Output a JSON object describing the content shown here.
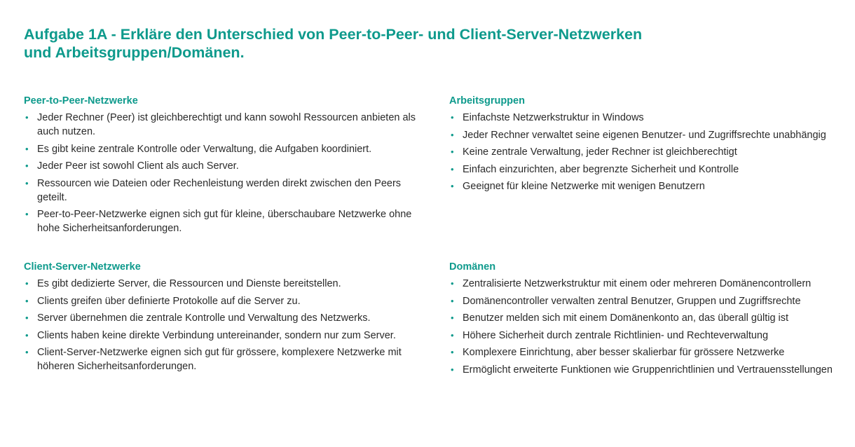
{
  "title": {
    "line1": "Aufgabe 1A - Erkläre den Unterschied von Peer-to-Peer- und Client-Server-Netzwerken",
    "line2": "und Arbeitsgruppen/Domänen."
  },
  "colors": {
    "accent": "#0e9a8c",
    "text": "#2a2a2a"
  },
  "bullet_glyph": "•",
  "sections": [
    {
      "heading": "Peer-to-Peer-Netzwerke",
      "items": [
        "Jeder Rechner (Peer) ist gleichberechtigt und kann sowohl Ressourcen anbieten als auch nutzen.",
        "Es gibt keine zentrale Kontrolle oder Verwaltung, die Aufgaben koordiniert.",
        "Jeder Peer ist sowohl Client als auch Server.",
        "Ressourcen wie Dateien oder Rechenleistung werden direkt zwischen den Peers geteilt.",
        "Peer-to-Peer-Netzwerke eignen sich gut für kleine, überschaubare Netzwerke ohne hohe Sicherheitsanforderungen."
      ]
    },
    {
      "heading": "Arbeitsgruppen",
      "items": [
        "Einfachste Netzwerkstruktur in Windows",
        "Jeder Rechner verwaltet seine eigenen Benutzer- und Zugriffsrechte unabhängig",
        "Keine zentrale Verwaltung, jeder Rechner ist gleichberechtigt",
        "Einfach einzurichten, aber begrenzte Sicherheit und Kontrolle",
        "Geeignet für kleine Netzwerke mit wenigen Benutzern"
      ]
    },
    {
      "heading": "Client-Server-Netzwerke",
      "items": [
        "Es gibt dedizierte Server, die Ressourcen und Dienste bereitstellen.",
        "Clients greifen über definierte Protokolle auf die Server zu.",
        "Server übernehmen die zentrale Kontrolle und Verwaltung des Netzwerks.",
        "Clients haben keine direkte Verbindung untereinander, sondern nur zum Server.",
        "Client-Server-Netzwerke eignen sich gut für grössere, komplexere Netzwerke mit höheren Sicherheitsanforderungen."
      ]
    },
    {
      "heading": "Domänen",
      "items": [
        "Zentralisierte Netzwerkstruktur mit einem oder mehreren Domänencontrollern",
        "Domänencontroller verwalten zentral Benutzer, Gruppen und Zugriffsrechte",
        "Benutzer melden sich mit einem Domänenkonto an, das überall gültig ist",
        "Höhere Sicherheit durch zentrale Richtlinien- und Rechteverwaltung",
        "Komplexere Einrichtung, aber besser skalierbar für grössere Netzwerke",
        "Ermöglicht erweiterte Funktionen wie Gruppenrichtlinien und Vertrauensstellungen"
      ]
    }
  ]
}
